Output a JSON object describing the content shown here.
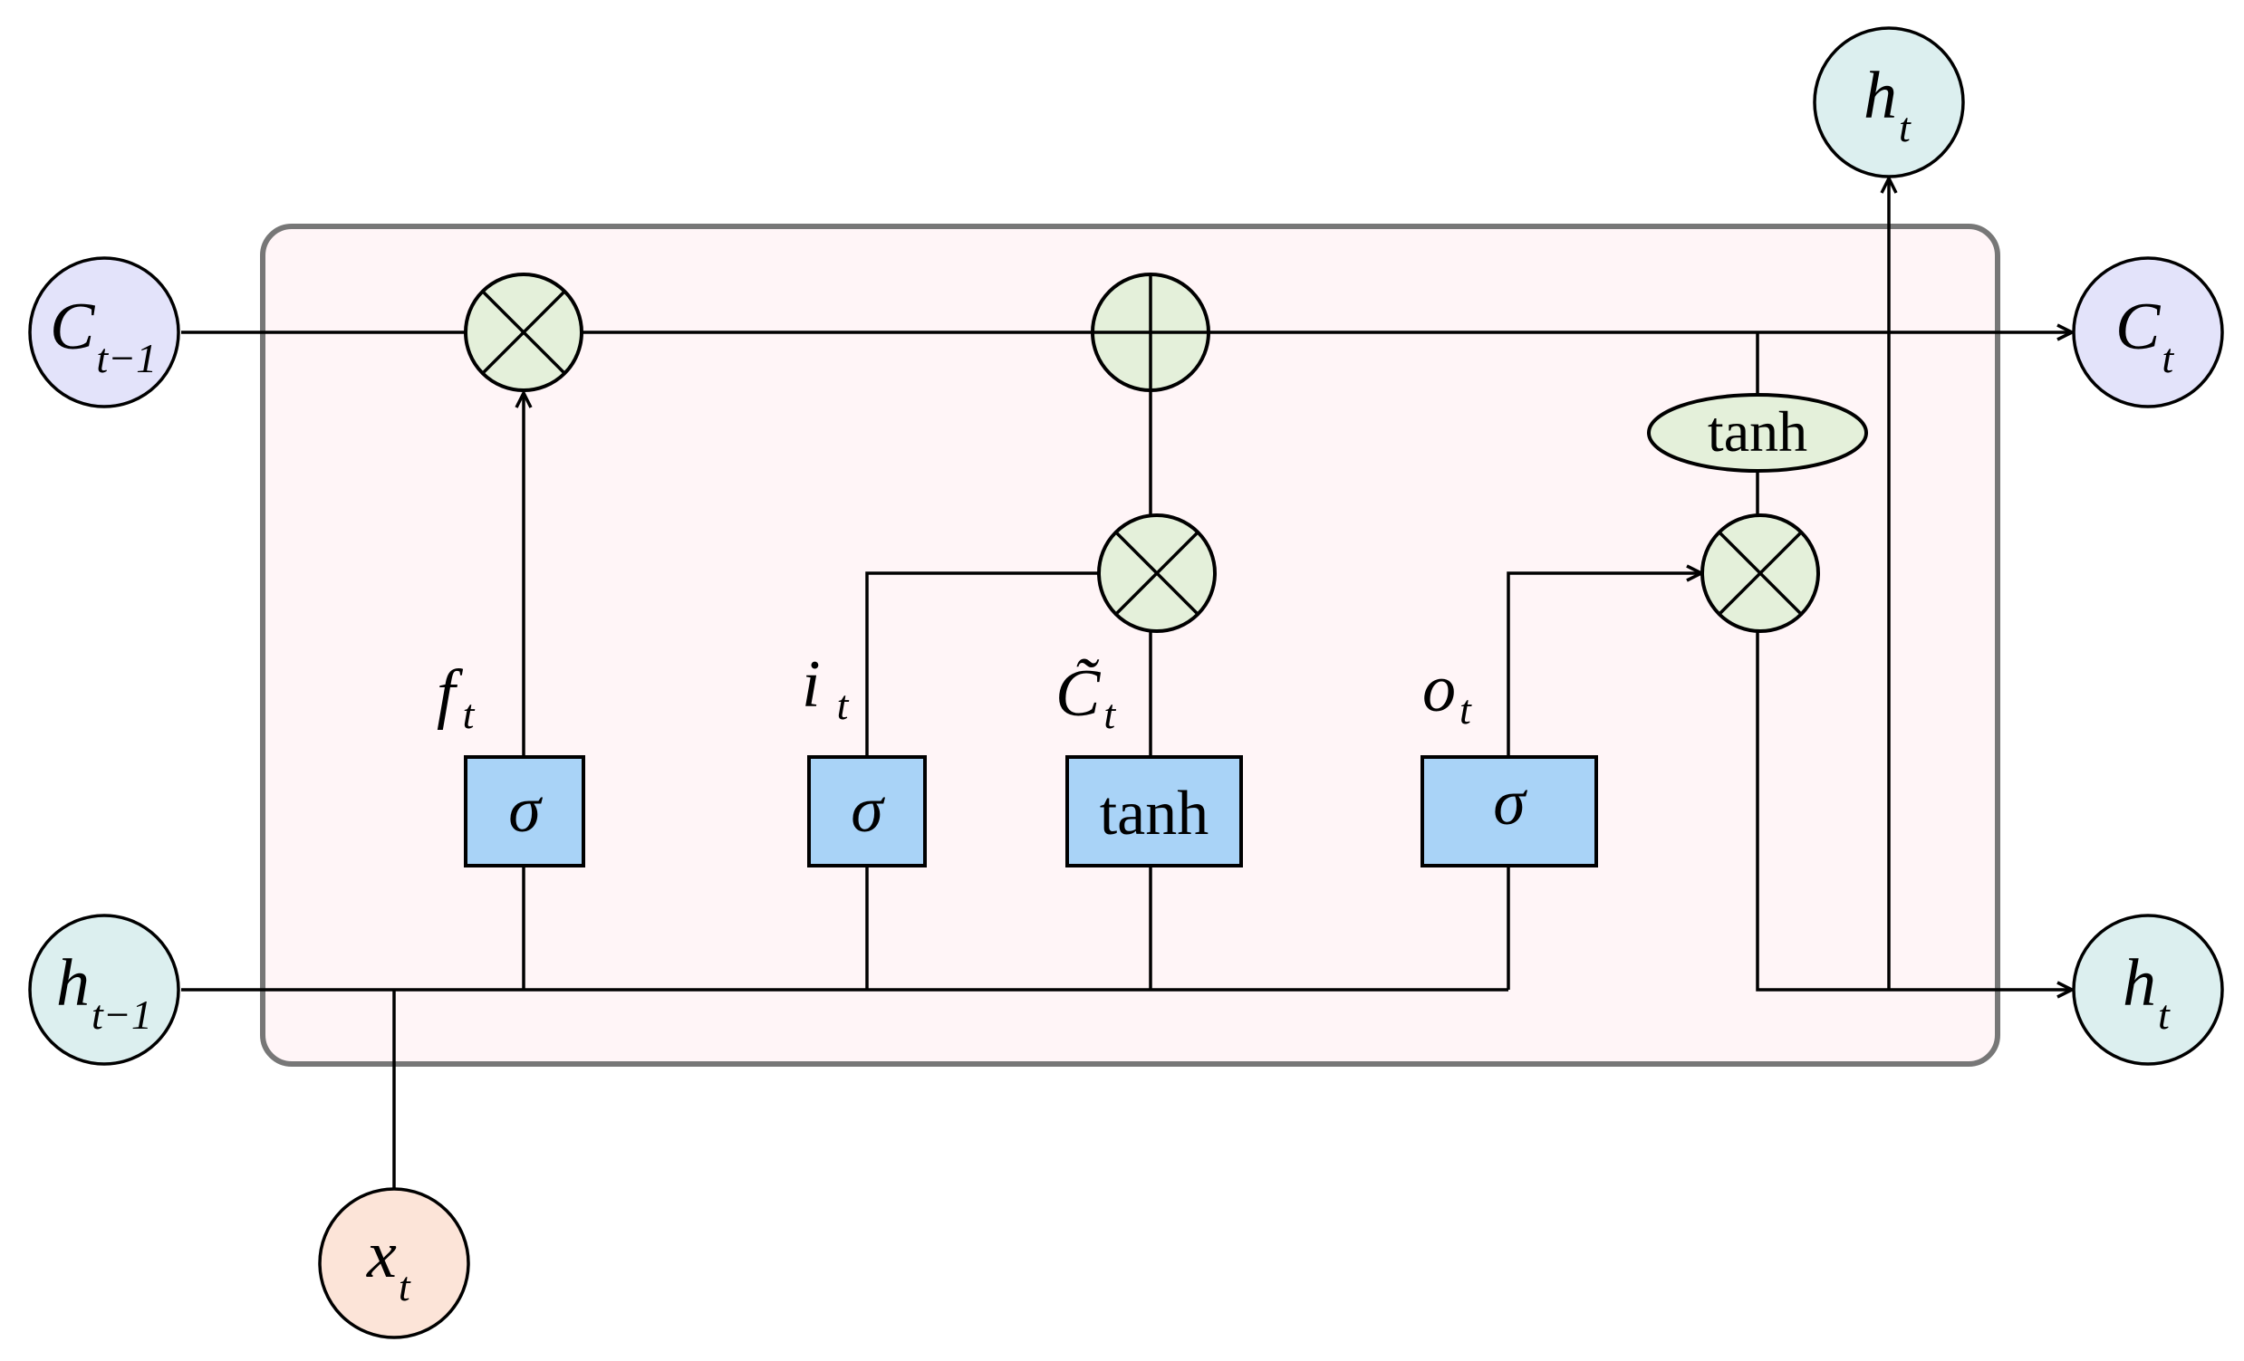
{
  "nodes": {
    "c_prev": {
      "base": "C",
      "sub": "t−1"
    },
    "h_prev": {
      "base": "h",
      "sub": "t−1"
    },
    "x_t": {
      "base": "x",
      "sub": "t"
    },
    "c_t": {
      "base": "C",
      "sub": "t"
    },
    "h_t_right": {
      "base": "h",
      "sub": "t"
    },
    "h_t_top": {
      "base": "h",
      "sub": "t"
    }
  },
  "gates": {
    "forget": {
      "symbol": "σ"
    },
    "input": {
      "symbol": "σ"
    },
    "candidate": {
      "symbol": "tanh"
    },
    "output": {
      "symbol": "σ"
    }
  },
  "cell_tanh": "tanh",
  "labels": {
    "f_t": {
      "base": "f",
      "sub": "t"
    },
    "i_t": {
      "base": "i",
      "sub": "t"
    },
    "c_tilde": {
      "base": "C̃",
      "sub": "t"
    },
    "o_t": {
      "base": "o",
      "sub": "t"
    }
  },
  "colors": {
    "cell_fill": "#fff5f7",
    "cell_border": "#777777",
    "c_node": "#e3e3fa",
    "h_node": "#dcefef",
    "x_node": "#fce4d8",
    "operator": "#e4f0da",
    "gate": "#a9d3f7"
  }
}
